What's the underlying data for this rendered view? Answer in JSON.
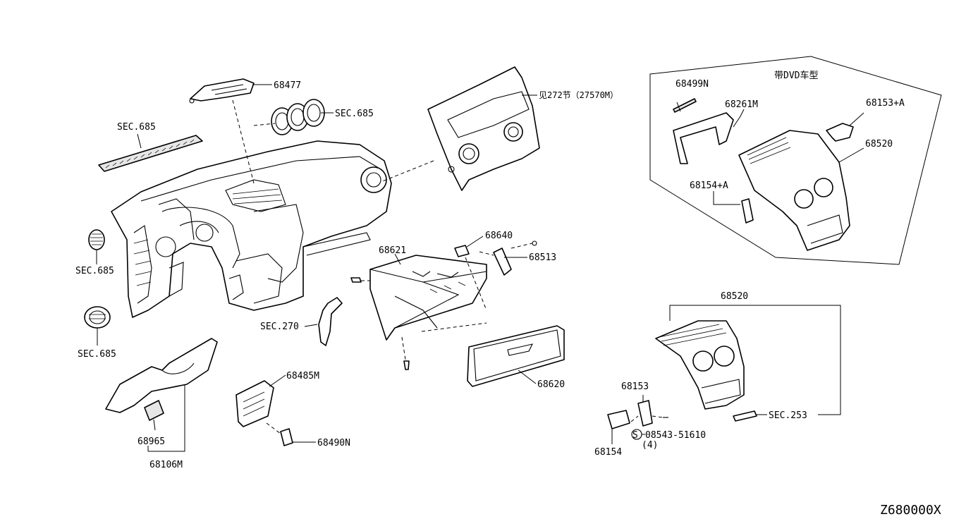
{
  "diagram_id": "Z680000X",
  "inset_title": "带DVD车型",
  "labels": {
    "p68477": "68477",
    "sec685_grille": "SEC.685",
    "sec685_top": "SEC.685",
    "sec685_left1": "SEC.685",
    "sec685_left2": "SEC.685",
    "ref272": "见272节（27570M）",
    "p68640": "68640",
    "p68621": "68621",
    "p68513": "68513",
    "sec270": "SEC.270",
    "p68620": "68620",
    "p68485m": "68485M",
    "p68490n": "68490N",
    "p68965": "68965",
    "p68106m": "68106M",
    "p68499n": "68499N",
    "p68261m": "68261M",
    "p68153a": "68153+A",
    "p68520_inset": "68520",
    "p68154a": "68154+A",
    "p68520": "68520",
    "p68153": "68153",
    "p68154": "68154",
    "screw": "08543-51610",
    "screw_qty": "(4)",
    "sec253": "SEC.253"
  }
}
